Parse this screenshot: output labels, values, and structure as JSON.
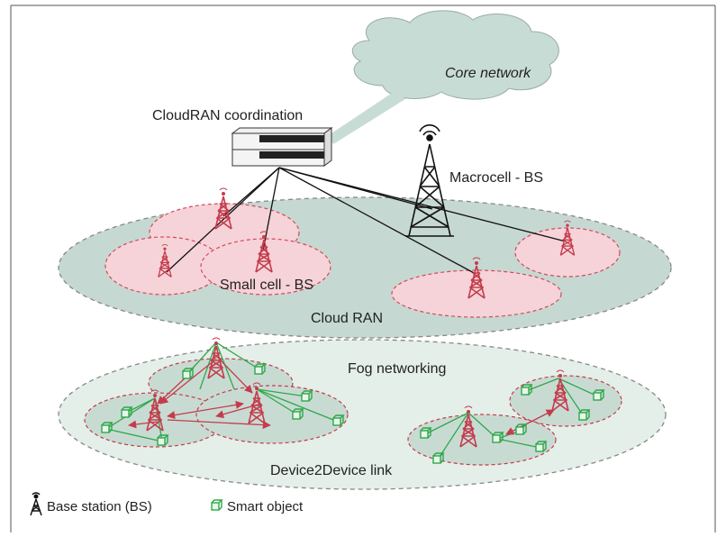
{
  "labels": {
    "core_network": "Core network",
    "cloudran_coordination": "CloudRAN coordination",
    "macrocell": "Macrocell - BS",
    "small_cell": "Small cell - BS",
    "cloud_ran": "Cloud RAN",
    "fog_networking": "Fog networking",
    "d2d_link": "Device2Device link"
  },
  "legend": {
    "base_station": "Base station (BS)",
    "smart_object": "Smart object"
  },
  "colors": {
    "cloud_fill": "#c8dcd6",
    "cloud_ran_fill": "#c6d8d2",
    "small_cell_fill": "#f6d3d8",
    "small_cell_stroke": "#d24a5a",
    "fog_fill": "#e4efe9",
    "fog_cell_fill": "#c8dbd3",
    "tower_red": "#c43c4c",
    "tower_black": "#1a1a1a",
    "device_green": "#2fa84a",
    "d2d_arrow": "#c43c4c"
  }
}
